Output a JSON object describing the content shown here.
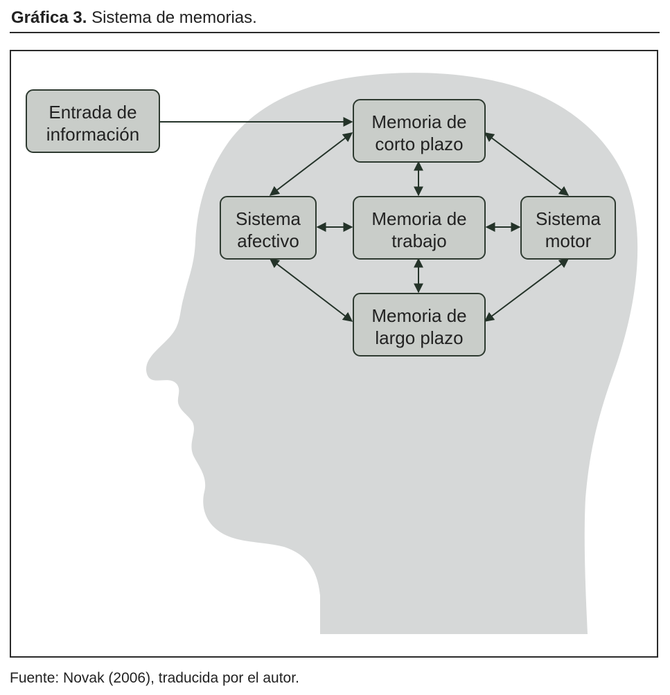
{
  "title": {
    "label": "Gráfica 3.",
    "text": "Sistema de memorias."
  },
  "source": "Fuente: Novak (2006), traducida por el autor.",
  "nodes": {
    "entrada": {
      "line1": "Entrada de",
      "line2": "información"
    },
    "corto": {
      "line1": "Memoria de",
      "line2": "corto plazo"
    },
    "afectivo": {
      "line1": "Sistema",
      "line2": "afectivo"
    },
    "trabajo": {
      "line1": "Memoria de",
      "line2": "trabajo"
    },
    "motor": {
      "line1": "Sistema",
      "line2": "motor"
    },
    "largo": {
      "line1": "Memoria de",
      "line2": "largo plazo"
    }
  },
  "colors": {
    "head": "#d6d8d8",
    "box_fill": "#c9cdc9",
    "box_stroke": "#2e3a30",
    "arrow": "#243329"
  }
}
